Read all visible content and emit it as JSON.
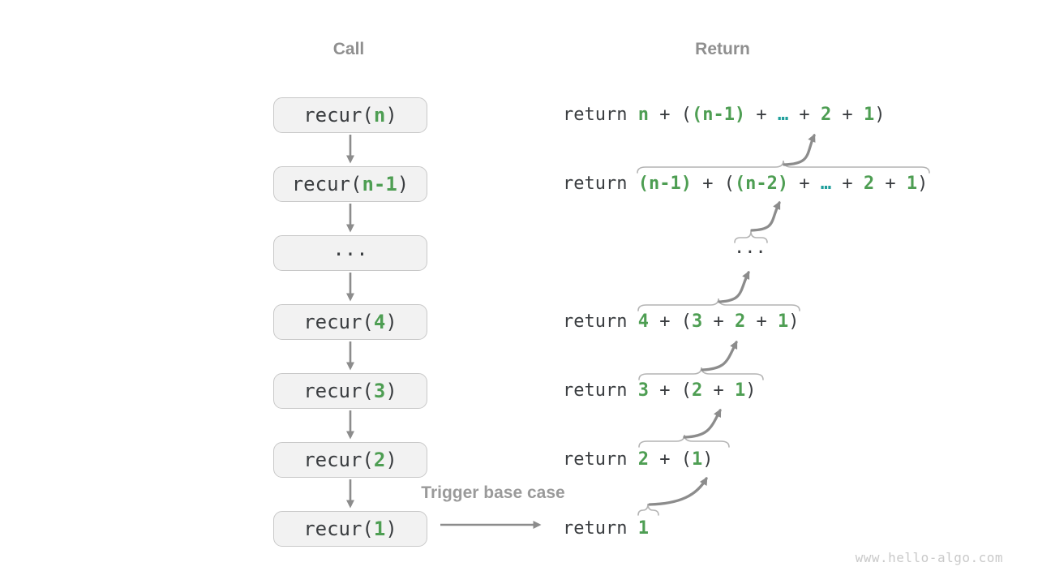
{
  "headers": {
    "call": "Call",
    "return": "Return"
  },
  "trigger_label": "Trigger base case",
  "watermark": "www.hello-algo.com",
  "colors": {
    "green": "#4e9e53",
    "teal": "#1f9f9b",
    "dark": "#3a3d40",
    "arrow_gray": "#8c8c8c",
    "header_gray": "#8f8f8f",
    "box_fill": "#f2f2f2",
    "box_border": "#c8c8c8",
    "brace_gray": "#b4b4b4",
    "watermark_gray": "#c9c9c9"
  },
  "call_stack": [
    {
      "name": "call-box-recur-n",
      "ellipsis": false,
      "segments": [
        {
          "t": "recur(",
          "c": "dark"
        },
        {
          "t": "n",
          "c": "green"
        },
        {
          "t": ")",
          "c": "dark"
        }
      ]
    },
    {
      "name": "call-box-recur-n-1",
      "ellipsis": false,
      "segments": [
        {
          "t": "recur(",
          "c": "dark"
        },
        {
          "t": "n-1",
          "c": "green"
        },
        {
          "t": ")",
          "c": "dark"
        }
      ]
    },
    {
      "name": "call-box-ellipsis",
      "ellipsis": true,
      "segments": [
        {
          "t": "...",
          "c": "dark"
        }
      ]
    },
    {
      "name": "call-box-recur-4",
      "ellipsis": false,
      "segments": [
        {
          "t": "recur(",
          "c": "dark"
        },
        {
          "t": "4",
          "c": "green"
        },
        {
          "t": ")",
          "c": "dark"
        }
      ]
    },
    {
      "name": "call-box-recur-3",
      "ellipsis": false,
      "segments": [
        {
          "t": "recur(",
          "c": "dark"
        },
        {
          "t": "3",
          "c": "green"
        },
        {
          "t": ")",
          "c": "dark"
        }
      ]
    },
    {
      "name": "call-box-recur-2",
      "ellipsis": false,
      "segments": [
        {
          "t": "recur(",
          "c": "dark"
        },
        {
          "t": "2",
          "c": "green"
        },
        {
          "t": ")",
          "c": "dark"
        }
      ]
    },
    {
      "name": "call-box-recur-1",
      "ellipsis": false,
      "segments": [
        {
          "t": "recur(",
          "c": "dark"
        },
        {
          "t": "1",
          "c": "green"
        },
        {
          "t": ")",
          "c": "dark"
        }
      ]
    }
  ],
  "return_stack": [
    {
      "name": "return-line-n",
      "ellipsis": false,
      "segments": [
        {
          "t": "return ",
          "c": "dark"
        },
        {
          "t": "n",
          "c": "green"
        },
        {
          "t": " + (",
          "c": "dark"
        },
        {
          "t": "(n-1)",
          "c": "green"
        },
        {
          "t": " + ",
          "c": "dark"
        },
        {
          "t": "…",
          "c": "teal"
        },
        {
          "t": " + ",
          "c": "dark"
        },
        {
          "t": "2",
          "c": "green"
        },
        {
          "t": " + ",
          "c": "dark"
        },
        {
          "t": "1",
          "c": "green"
        },
        {
          "t": ")",
          "c": "dark"
        }
      ]
    },
    {
      "name": "return-line-n-1",
      "ellipsis": false,
      "segments": [
        {
          "t": "return ",
          "c": "dark"
        },
        {
          "t": "(n-1)",
          "c": "green"
        },
        {
          "t": " + (",
          "c": "dark"
        },
        {
          "t": "(n-2)",
          "c": "green"
        },
        {
          "t": " + ",
          "c": "dark"
        },
        {
          "t": "…",
          "c": "teal"
        },
        {
          "t": " + ",
          "c": "dark"
        },
        {
          "t": "2",
          "c": "green"
        },
        {
          "t": " + ",
          "c": "dark"
        },
        {
          "t": "1",
          "c": "green"
        },
        {
          "t": ")",
          "c": "dark"
        }
      ]
    },
    {
      "name": "return-ellipsis",
      "ellipsis": true,
      "segments": [
        {
          "t": "...",
          "c": "dark"
        }
      ]
    },
    {
      "name": "return-line-4",
      "ellipsis": false,
      "segments": [
        {
          "t": "return ",
          "c": "dark"
        },
        {
          "t": "4",
          "c": "green"
        },
        {
          "t": " + (",
          "c": "dark"
        },
        {
          "t": "3",
          "c": "green"
        },
        {
          "t": " + ",
          "c": "dark"
        },
        {
          "t": "2",
          "c": "green"
        },
        {
          "t": " + ",
          "c": "dark"
        },
        {
          "t": "1",
          "c": "green"
        },
        {
          "t": ")",
          "c": "dark"
        }
      ]
    },
    {
      "name": "return-line-3",
      "ellipsis": false,
      "segments": [
        {
          "t": "return ",
          "c": "dark"
        },
        {
          "t": "3",
          "c": "green"
        },
        {
          "t": " + (",
          "c": "dark"
        },
        {
          "t": "2",
          "c": "green"
        },
        {
          "t": " + ",
          "c": "dark"
        },
        {
          "t": "1",
          "c": "green"
        },
        {
          "t": ")",
          "c": "dark"
        }
      ]
    },
    {
      "name": "return-line-2",
      "ellipsis": false,
      "segments": [
        {
          "t": "return ",
          "c": "dark"
        },
        {
          "t": "2",
          "c": "green"
        },
        {
          "t": " + (",
          "c": "dark"
        },
        {
          "t": "1",
          "c": "green"
        },
        {
          "t": ")",
          "c": "dark"
        }
      ]
    },
    {
      "name": "return-line-1",
      "ellipsis": false,
      "segments": [
        {
          "t": "return ",
          "c": "dark"
        },
        {
          "t": "1",
          "c": "green"
        }
      ]
    }
  ]
}
